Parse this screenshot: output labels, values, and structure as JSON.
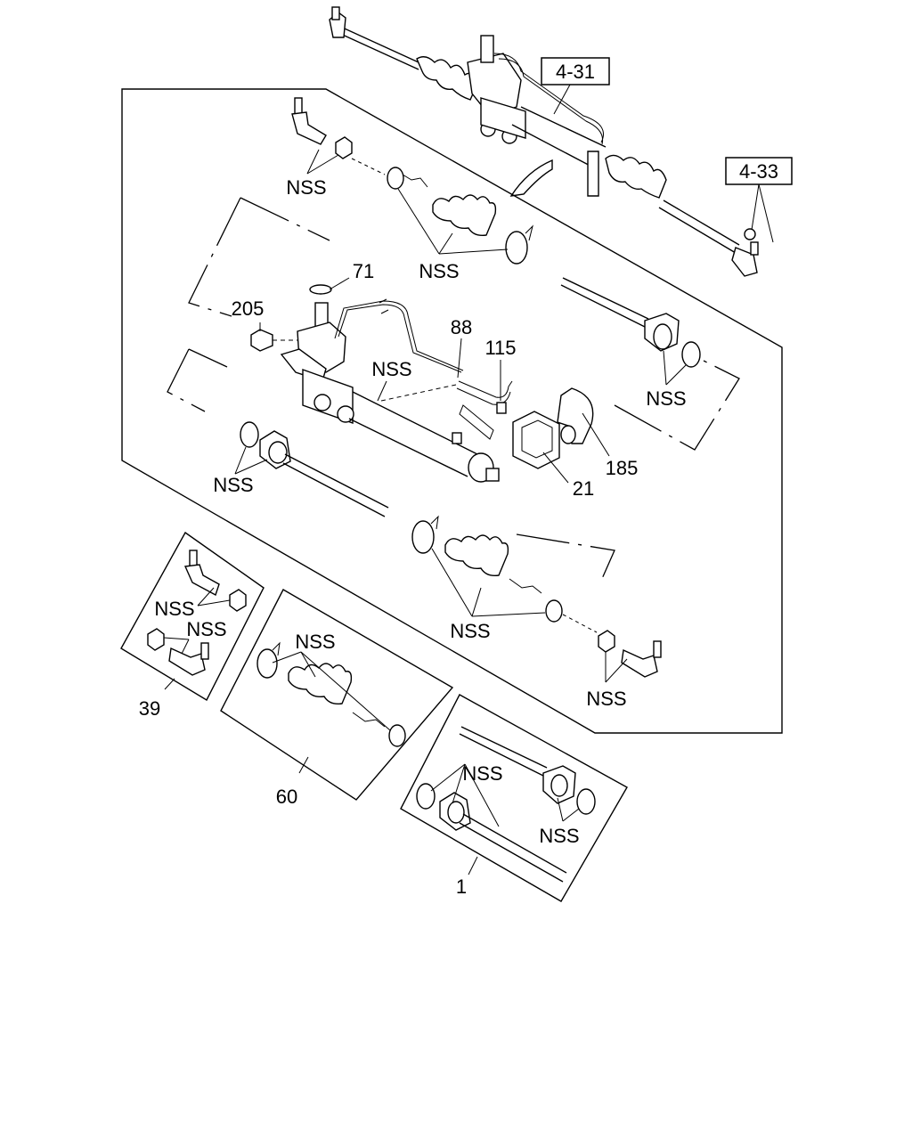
{
  "diagram": {
    "refs": {
      "ref_431": "4-31",
      "ref_433": "4-33"
    },
    "callouts": {
      "nss": "NSS",
      "p71": "71",
      "p205": "205",
      "p88": "88",
      "p115": "115",
      "p21": "21",
      "p185": "185",
      "p39": "39",
      "p60": "60",
      "p1": "1"
    }
  }
}
